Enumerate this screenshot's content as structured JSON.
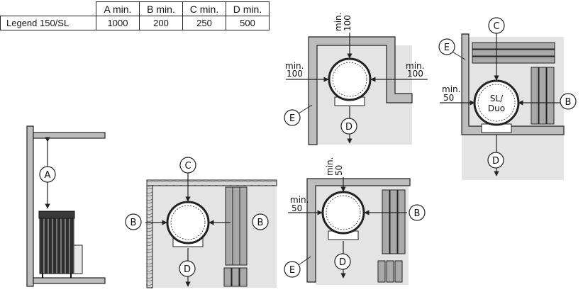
{
  "table": {
    "columns": [
      "A min.",
      "B min.",
      "C min.",
      "D min."
    ],
    "rows": [
      {
        "model": "Legend 150/SL",
        "values": [
          "1000",
          "200",
          "250",
          "500"
        ]
      }
    ]
  },
  "labels": {
    "A": "A",
    "B": "B",
    "C": "C",
    "D": "D",
    "E": "E",
    "min": "min.",
    "v100": "100",
    "v50": "50",
    "stove_model_line1": "SL/",
    "stove_model_line2": "Duo"
  },
  "colors": {
    "wall_fill": "#bdbdbd",
    "floor_fill": "#e4e4e4",
    "bench_fill": "#a9a9a9",
    "line": "#222222"
  }
}
